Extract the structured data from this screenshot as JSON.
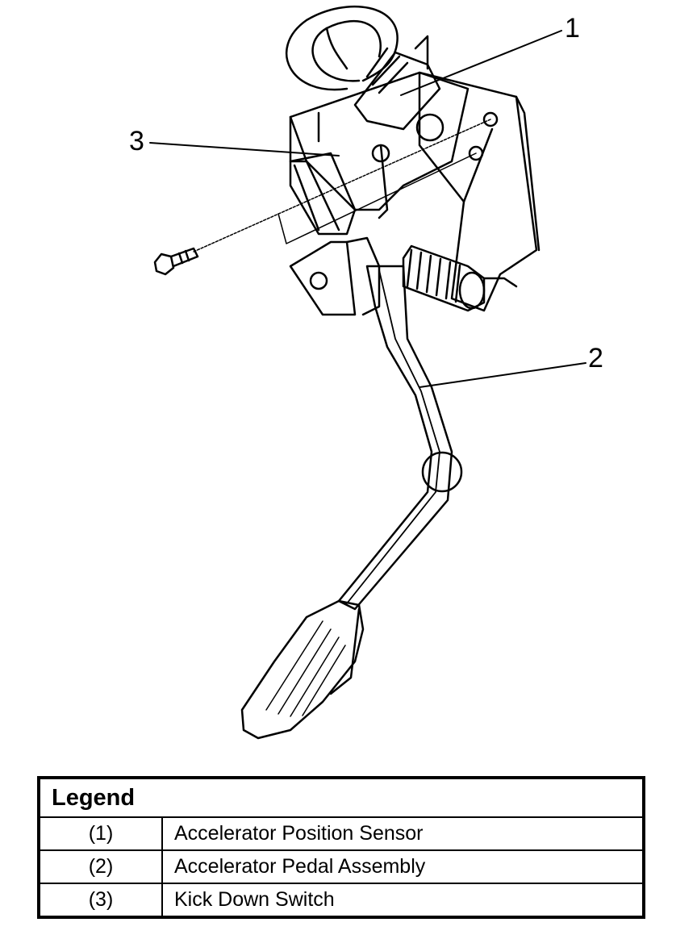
{
  "callouts": [
    "1",
    "2",
    "3"
  ],
  "legend": {
    "title": "Legend",
    "rows": [
      {
        "num": "(1)",
        "text": "Accelerator Position Sensor"
      },
      {
        "num": "(2)",
        "text": "Accelerator Pedal Assembly"
      },
      {
        "num": "(3)",
        "text": "Kick Down Switch"
      }
    ]
  }
}
